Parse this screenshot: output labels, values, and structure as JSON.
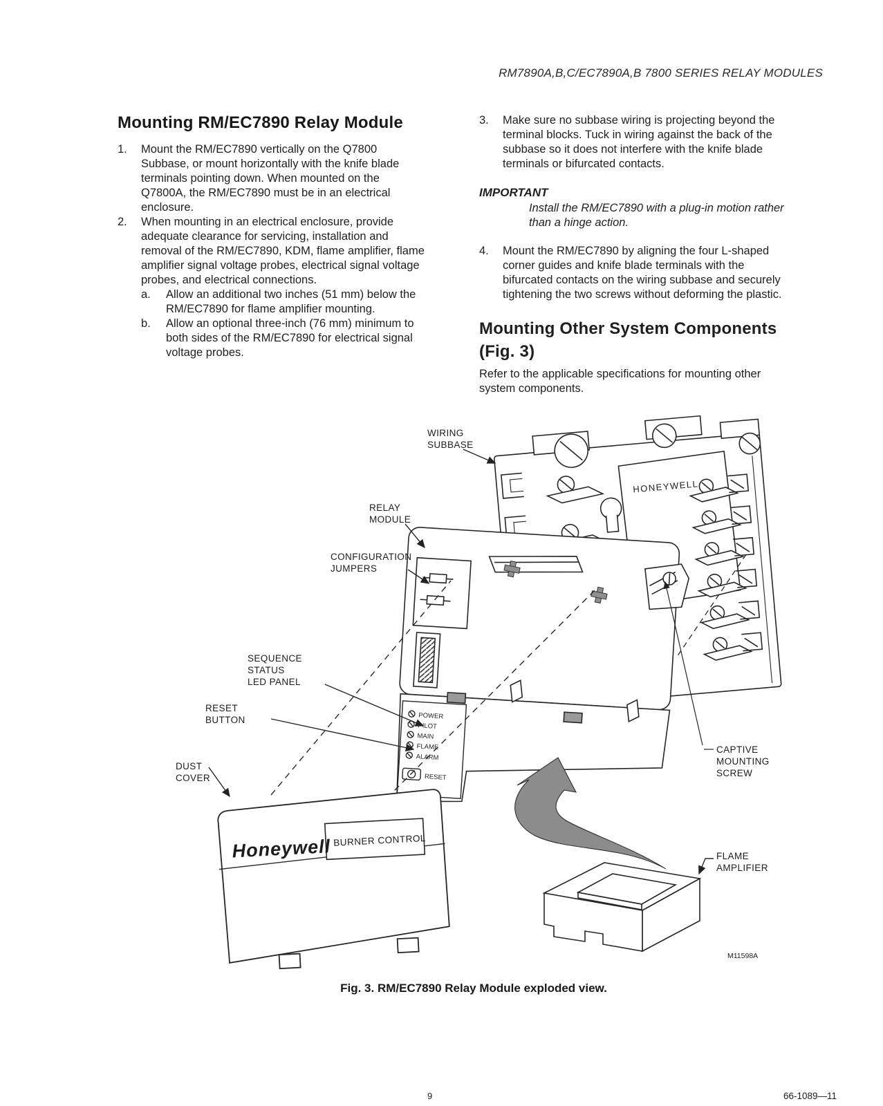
{
  "header": {
    "title": "RM7890A,B,C/EC7890A,B 7800 SERIES RELAY MODULES"
  },
  "left_column": {
    "heading": "Mounting RM/EC7890 Relay Module",
    "items": [
      {
        "num": "1.",
        "text": "Mount the RM/EC7890 vertically on the Q7800\nSubbase, or mount horizontally with the knife blade\nterminals pointing down. When mounted on the\nQ7800A, the RM/EC7890 must be in an electrical\nenclosure."
      },
      {
        "num": "2.",
        "text": "When mounting in an electrical enclosure, provide\nadequate clearance for servicing, installation and\nremoval of the RM/EC7890, KDM, flame amplifier, flame\namplifier signal voltage probes, electrical signal voltage\nprobes, and electrical connections."
      }
    ],
    "subitems": [
      {
        "num": "a.",
        "text": "Allow an additional two inches (51 mm) below the\nRM/EC7890 for flame amplifier mounting."
      },
      {
        "num": "b.",
        "text": "Allow an optional three-inch (76 mm) minimum to\nboth sides of the RM/EC7890 for electrical signal\nvoltage probes."
      }
    ]
  },
  "right_column": {
    "items": [
      {
        "num": "3.",
        "text": "Make sure no subbase wiring is projecting beyond the\nterminal blocks. Tuck in wiring against the back of the\nsubbase so it does not interfere with the knife blade\nterminals or bifurcated contacts."
      },
      {
        "num": "4.",
        "text": "Mount the RM/EC7890 by aligning the four L-shaped\ncorner guides and knife blade terminals with the\nbifurcated contacts on the wiring subbase and securely\ntightening the two screws without deforming the plastic."
      }
    ],
    "important_label": "IMPORTANT",
    "important_note": "Install the RM/EC7890 with a plug-in motion rather\nthan a hinge action.",
    "heading2": "Mounting Other System Components\n(Fig. 3)",
    "paragraph": "Refer to the applicable specifications for mounting other\nsystem components."
  },
  "figure": {
    "labels": {
      "wiring_subbase": "WIRING\nSUBBASE",
      "relay_module": "RELAY\nMODULE",
      "configuration_jumpers": "CONFIGURATION\nJUMPERS",
      "sequence_status": "SEQUENCE\nSTATUS\nLED PANEL",
      "reset_button": "RESET\nBUTTON",
      "dust_cover": "DUST\nCOVER",
      "captive_screw": "CAPTIVE\nMOUNTING\nSCREW",
      "flame_amplifier": "FLAME\nAMPLIFIER"
    },
    "device_text": {
      "subbase_brand": "HONEYWELL",
      "cover_brand": "Honeywell",
      "cover_label": "BURNER CONTROL",
      "part_code": "M11598A"
    },
    "led_panel": {
      "leds": [
        "POWER",
        "PILOT",
        "MAIN",
        "FLAME",
        "ALARM"
      ],
      "reset": "RESET"
    },
    "caption": "Fig. 3. RM/EC7890 Relay Module exploded view."
  },
  "footer": {
    "page_number": "9",
    "doc_number": "66-1089—11"
  }
}
